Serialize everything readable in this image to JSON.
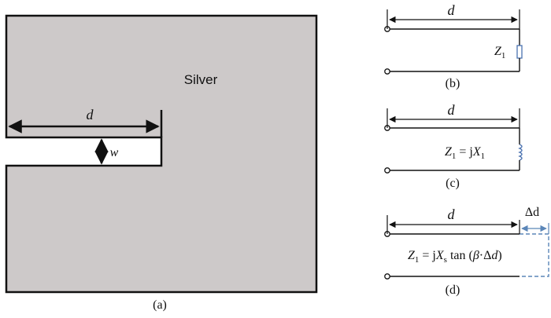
{
  "panel_a": {
    "material_label": "Silver",
    "length_symbol": "d",
    "width_symbol": "w",
    "caption": "(a)",
    "colors": {
      "fill": "#cdc9c9",
      "stroke": "#111111"
    }
  },
  "panel_b": {
    "length_symbol": "d",
    "load_label": "Z",
    "load_subscript": "1",
    "caption": "(b)"
  },
  "panel_c": {
    "length_symbol": "d",
    "load_label_prefix": "Z",
    "load_label_sub1": "1",
    "load_label_eq": " = j",
    "load_label_X": "X",
    "load_label_sub2": "1",
    "caption": "(c)"
  },
  "panel_d": {
    "length_symbol": "d",
    "extension_symbol": "Δd",
    "load_Z": "Z",
    "load_sub1": "1",
    "load_eq": " = j",
    "load_X": "X",
    "load_subs": "s",
    "load_tan": " tan (",
    "load_beta": "β",
    "load_dot": "·Δ",
    "load_d": "d",
    "load_close": ")",
    "caption": "(d)",
    "colors": {
      "extension": "#5b86b8"
    }
  }
}
